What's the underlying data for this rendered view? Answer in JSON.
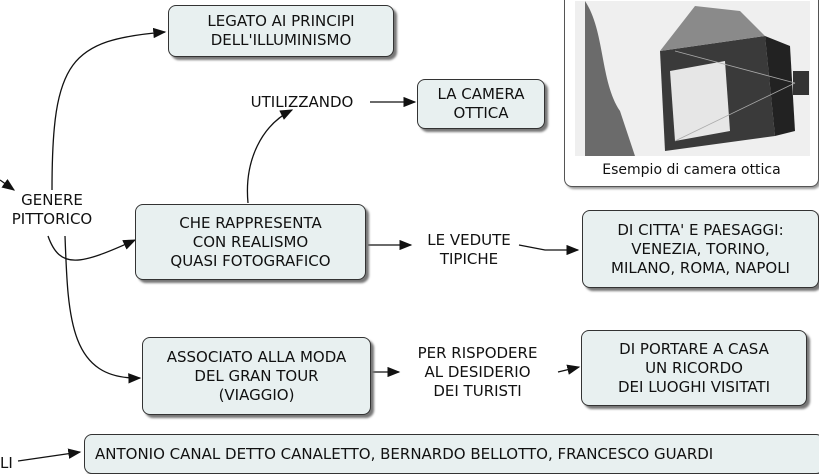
{
  "nodes": {
    "genere": "GENERE\nPITTORICO",
    "legato": "LEGATO AI PRINCIPI\nDELL'ILLUMINISMO",
    "utilizzando": "UTILIZZANDO",
    "camera": "LA CAMERA\nOTTICA",
    "rappresenta": "CHE RAPPRESENTA\nCON REALISMO\nQUASI FOTOGRAFICO",
    "vedute": "LE VEDUTE\nTIPICHE",
    "citta": "DI  CITTA' E PAESAGGI:\nVENEZIA, TORINO,\nMILANO, ROMA, NAPOLI",
    "associato": "ASSOCIATO ALLA MODA\nDEL GRAN TOUR\n(VIAGGIO)",
    "rispodere": "PER RISPODERE\nAL DESIDERIO\nDEI TURISTI",
    "portare": "DI PORTARE A CASA\nUN RICORDO\nDEI LUOGHI VISITATI",
    "li": "LI",
    "pittori": "ANTONIO CANAL DETTO CANALETTO, BERNARDO BELLOTTO, FRANCESCO GUARDI"
  },
  "image": {
    "caption": "Esempio di camera ottica"
  },
  "colors": {
    "box_fill": "#e8f0f0",
    "line": "#111111"
  }
}
